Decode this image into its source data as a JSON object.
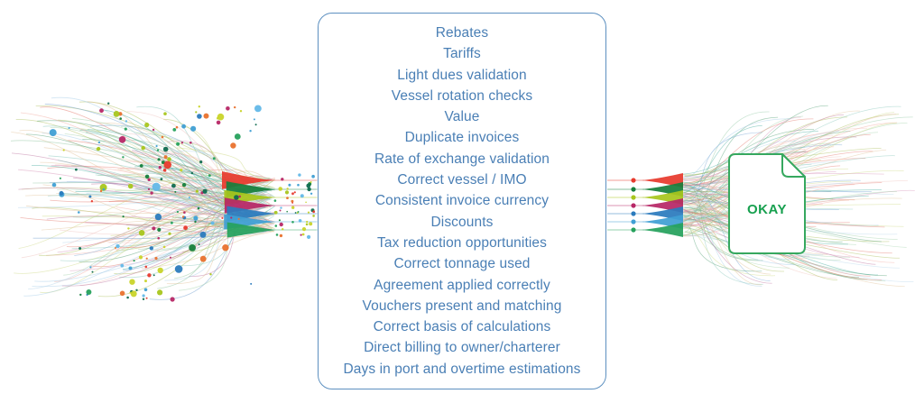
{
  "diagram": {
    "checklist": {
      "items": [
        "Rebates",
        "Tariffs",
        "Light dues validation",
        "Vessel rotation checks",
        "Value",
        "Duplicate invoices",
        "Rate of exchange validation",
        "Correct vessel / IMO",
        "Consistent invoice currency",
        "Discounts",
        "Tax reduction opportunities",
        "Correct tonnage used",
        "Agreement applied correctly",
        "Vouchers present and matching",
        "Correct basis of calculations",
        "Direct billing to owner/charterer",
        "Days in port and overtime estimations"
      ]
    },
    "document": {
      "label": "OKAY"
    },
    "streams": {
      "colors": [
        "#e73a2d",
        "#157f3c",
        "#a8c61d",
        "#b72766",
        "#2b7bbd",
        "#3f9fd4",
        "#26a15c"
      ]
    },
    "palette": {
      "box_border": "#5d90c0",
      "checklist_text": "#4a7fb5",
      "document_border": "#36a85f",
      "document_label": "#17a04f",
      "dot_colors": [
        "#e73a2d",
        "#157f3c",
        "#a8c61d",
        "#b72766",
        "#2b7bbd",
        "#3f9fd4",
        "#26a15c",
        "#e9722e",
        "#63b8e8",
        "#0f6b4f",
        "#c9d42a"
      ],
      "fan_line_colors": [
        "#f2a79e",
        "#e4766a",
        "#8fc6a0",
        "#4f9e72",
        "#cdda83",
        "#a9bd55",
        "#85c7bb",
        "#3fa99b",
        "#a3cbe8",
        "#6f9fd0",
        "#b6d6ec",
        "#d795ba",
        "#bc6f9d",
        "#e2c298",
        "#9fd0a8",
        "#f0c2bd"
      ]
    }
  }
}
